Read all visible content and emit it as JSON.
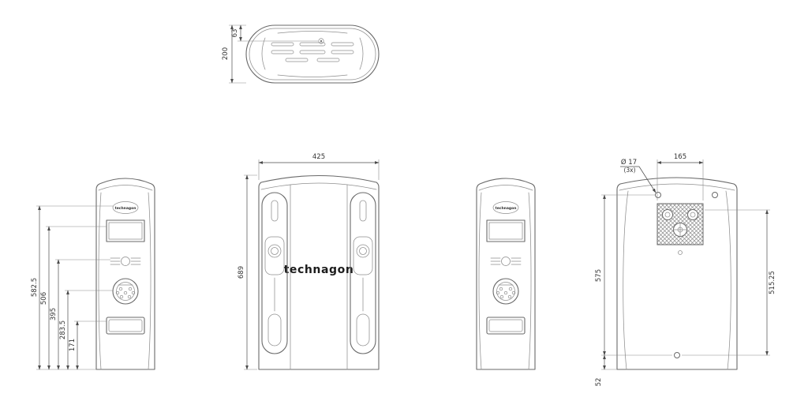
{
  "page": {
    "background": "#ffffff"
  },
  "colors": {
    "line": "#6a6a6a",
    "dim_line": "#4a4a4a",
    "text": "#333333",
    "logo": "#1c1c1c"
  },
  "drawing": {
    "brand_logo": "technagon",
    "top_view": {
      "dim_height": "200",
      "dim_screw_offset": "63"
    },
    "front_view": {
      "dim_width": "425",
      "dim_height": "689"
    },
    "left_view": {
      "dim_1": "582.5",
      "dim_2": "506",
      "dim_3": "395",
      "dim_4": "283.5",
      "dim_5": "171"
    },
    "back_view": {
      "hole_diameter": "Ø 17",
      "hole_count": "(3x)",
      "dim_plate_width": "165",
      "dim_height_left": "575",
      "dim_height_right": "515.25",
      "dim_bottom_offset": "52"
    }
  }
}
